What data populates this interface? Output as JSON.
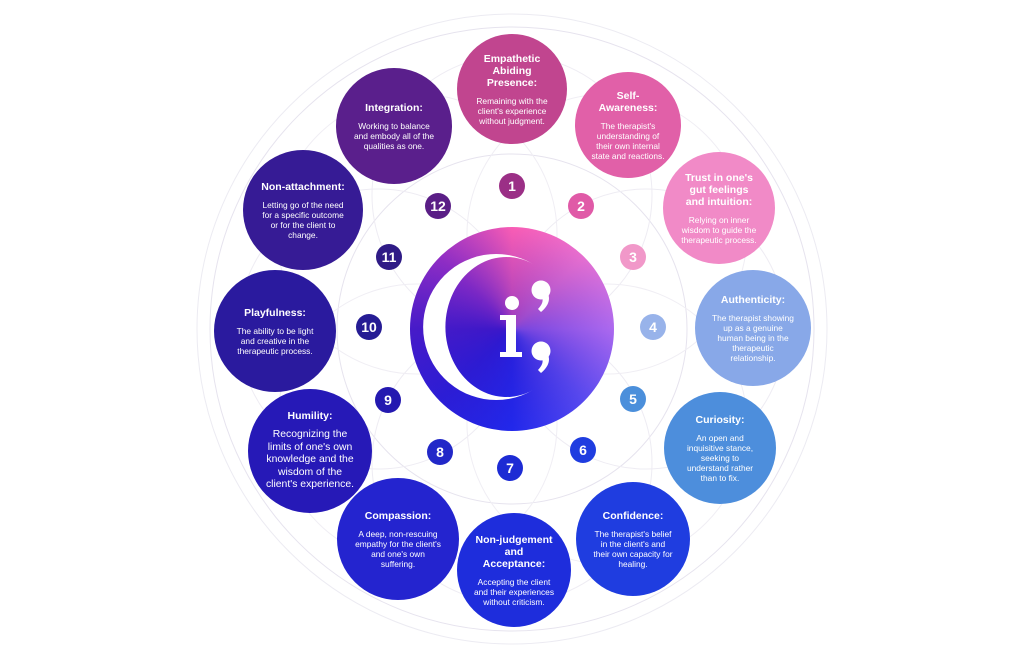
{
  "qualities": [
    {
      "number": "1",
      "title": "Empathetic Abiding Presence:",
      "description": "Remaining with the client's experience without judgment.",
      "color": "#c1458f",
      "number_color": "#9b2f86"
    },
    {
      "number": "2",
      "title": "Self-Awareness:",
      "description": "The therapist's understanding of their own internal state and reactions.",
      "color": "#e160a8",
      "number_color": "#e05aa7"
    },
    {
      "number": "3",
      "title": "Trust in one's gut feelings and intuition:",
      "description": "Relying on inner wisdom to guide the therapeutic process.",
      "color": "#f18ac7",
      "number_color": "#f198c9"
    },
    {
      "number": "4",
      "title": "Authenticity:",
      "description": "The therapist showing up as a genuine human being in the therapeutic relationship.",
      "color": "#88a8e8",
      "number_color": "#98b3ea"
    },
    {
      "number": "5",
      "title": "Curiosity:",
      "description": "An open and inquisitive stance, seeking to understand rather than to fix.",
      "color": "#4d8edc",
      "number_color": "#4b8fdb"
    },
    {
      "number": "6",
      "title": "Confidence:",
      "description": "The therapist's belief in the client's and their own capacity for healing.",
      "color": "#1f3de0",
      "number_color": "#1f3de0"
    },
    {
      "number": "7",
      "title": "Non-judgement and Acceptance:",
      "description": "Accepting the client and their experiences without criticism.",
      "color": "#1e2ddc",
      "number_color": "#1d2bd4"
    },
    {
      "number": "8",
      "title": "Compassion:",
      "description": "A deep, non-rescuing empathy for the client's and one's own suffering.",
      "color": "#2424cf",
      "number_color": "#2228c8"
    },
    {
      "number": "9",
      "title": "Humility:",
      "description": "Recognizing the limits of one's own knowledge and the wisdom of the client's experience.",
      "color": "#2619b7",
      "number_color": "#2419b0"
    },
    {
      "number": "10",
      "title": "Playfulness:",
      "description": "The ability to be light and creative in the therapeutic process.",
      "color": "#2a1a9e",
      "number_color": "#261c94"
    },
    {
      "number": "11",
      "title": "Non-attachment:",
      "description": "Letting go of the need for a specific outcome or for the client to change.",
      "color": "#361b95",
      "number_color": "#2f1b86"
    },
    {
      "number": "12",
      "title": "Integration:",
      "description": "Working to balance and embody all of the qualities as one.",
      "color": "#5a1f8c",
      "number_color": "#5a1e86"
    }
  ],
  "center": {
    "logo": "ci-logo"
  }
}
